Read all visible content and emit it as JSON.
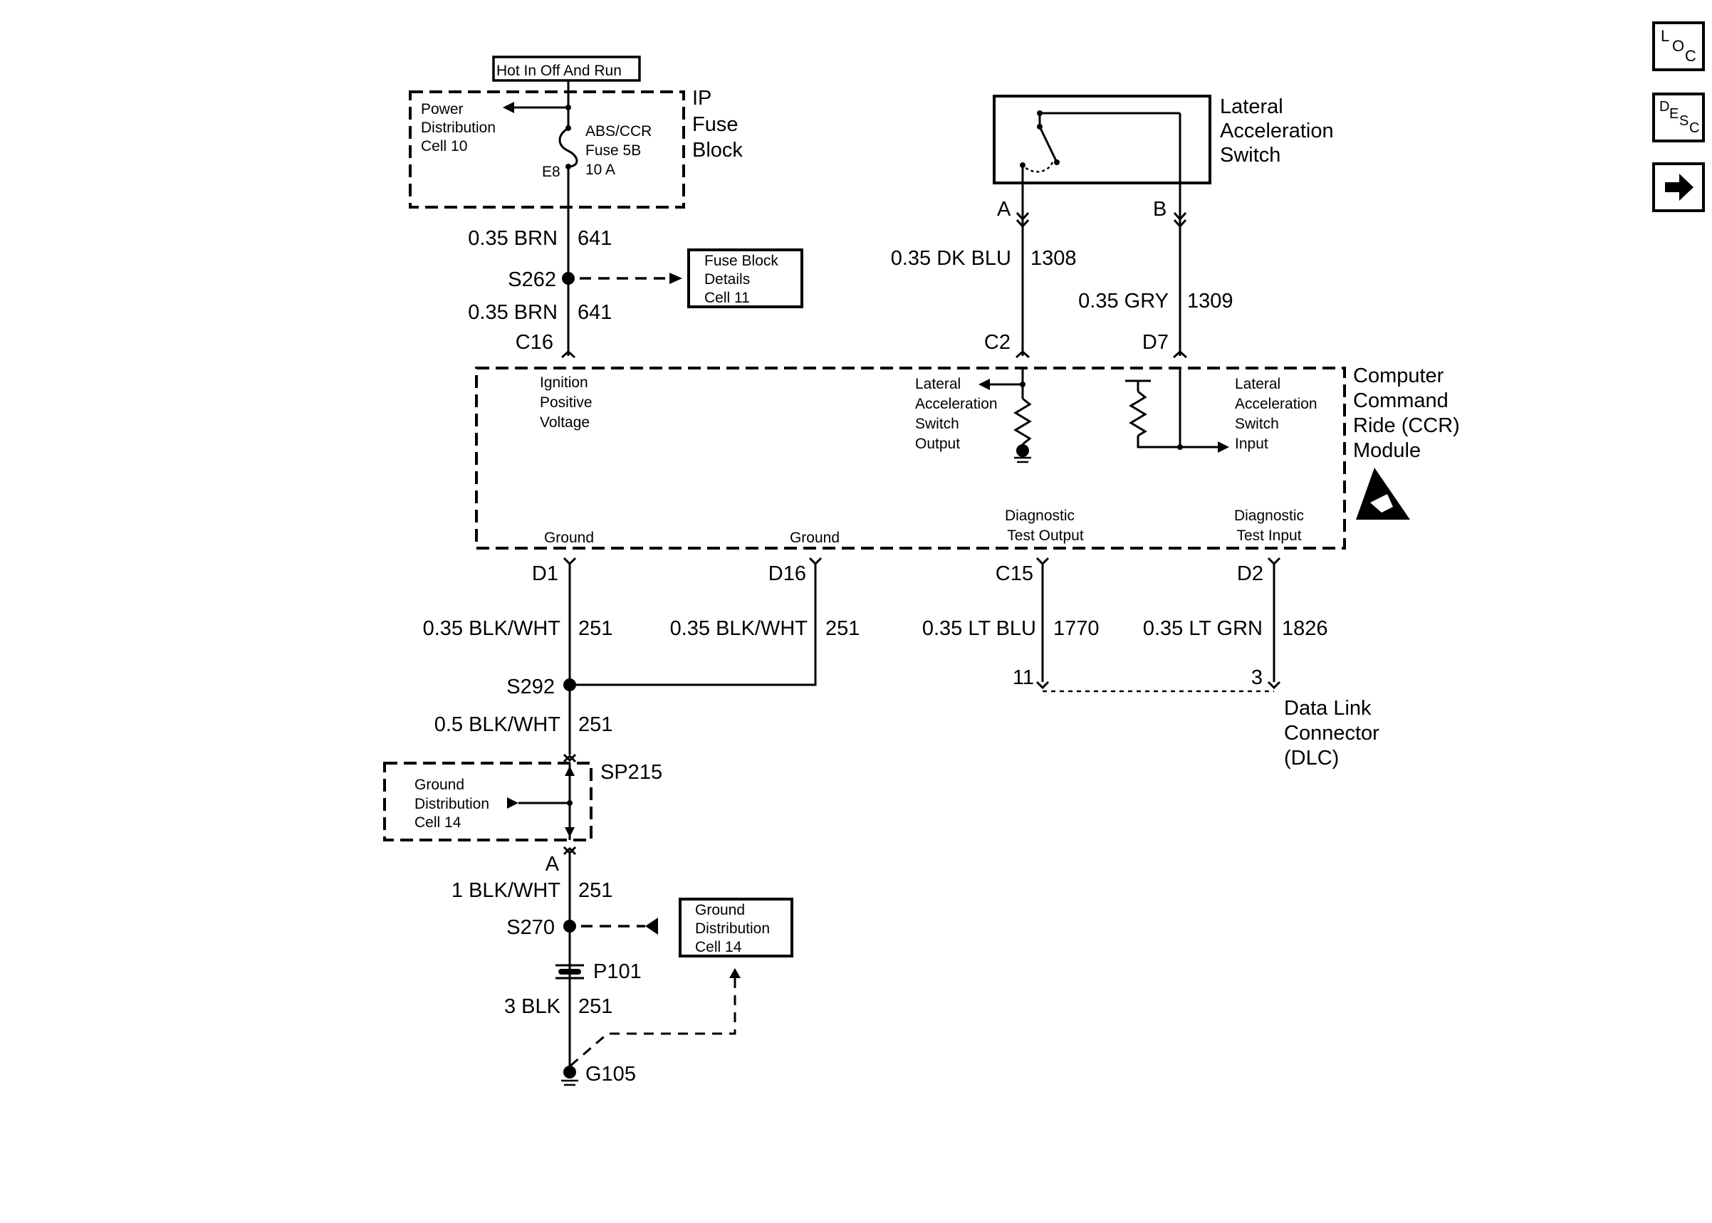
{
  "fuse_block": {
    "hot_label": "Hot In Off And Run",
    "ip_line1": "IP",
    "ip_line2": "Fuse",
    "ip_line3": "Block",
    "power_dist": [
      "Power",
      "Distribution",
      "Cell 10"
    ],
    "fuse_label": [
      "ABS/CCR",
      "Fuse 5B",
      "10 A"
    ],
    "terminal": "E8"
  },
  "ignition_circuit": {
    "wire_upper": "0.35 BRN",
    "circuit_upper": "641",
    "splice": "S262",
    "wire_lower": "0.35 BRN",
    "circuit_lower": "641",
    "connector": "C16"
  },
  "fuse_details": [
    "Fuse Block",
    "Details",
    "Cell 11"
  ],
  "switch": {
    "title": [
      "Lateral",
      "Acceleration",
      "Switch"
    ],
    "pin_a": "A",
    "pin_b": "B"
  },
  "switch_output_circuit": {
    "wire": "0.35 DK BLU",
    "circuit": "1308",
    "connector": "C2"
  },
  "switch_input_circuit": {
    "wire": "0.35 GRY",
    "circuit": "1309",
    "connector": "D7"
  },
  "module": {
    "title": [
      "Computer",
      "Command",
      "Ride (CCR)",
      "Module"
    ],
    "ignition_label": [
      "Ignition",
      "Positive",
      "Voltage"
    ],
    "output_label": [
      "Lateral",
      "Acceleration",
      "Switch",
      "Output"
    ],
    "input_label": [
      "Lateral",
      "Acceleration",
      "Switch",
      "Input"
    ],
    "ground1": "Ground",
    "ground2": "Ground",
    "diag_output": [
      "Diagnostic",
      "Test Output"
    ],
    "diag_input": [
      "Diagnostic",
      "Test Input"
    ]
  },
  "lower_connectors": {
    "d1": "D1",
    "d16": "D16",
    "c15": "C15",
    "d2": "D2"
  },
  "lower_wires": {
    "d1_wire": "0.35 BLK/WHT",
    "d1_circuit": "251",
    "d16_wire": "0.35 BLK/WHT",
    "d16_circuit": "251",
    "c15_wire": "0.35 LT BLU",
    "c15_circuit": "1770",
    "d2_wire": "0.35 LT GRN",
    "d2_circuit": "1826"
  },
  "dlc": {
    "pin11": "11",
    "pin3": "3",
    "label": [
      "Data Link",
      "Connector",
      "(DLC)"
    ]
  },
  "ground_path": {
    "splice_s292": "S292",
    "wire_05": "0.5 BLK/WHT",
    "circuit_05": "251",
    "sp215": "SP215",
    "ground_dist_box": [
      "Ground",
      "Distribution",
      "Cell 14"
    ],
    "pin_a": "A",
    "wire_1": "1 BLK/WHT",
    "circuit_1": "251",
    "splice_s270": "S270",
    "ground_dist_ref": [
      "Ground",
      "Distribution",
      "Cell 14"
    ],
    "p101": "P101",
    "wire_3": "3 BLK",
    "circuit_3": "251",
    "g105": "G105"
  },
  "nav": {
    "loc": {
      "l": "L",
      "o": "O",
      "c": "C"
    },
    "desc": {
      "d": "D",
      "e": "E",
      "s": "S",
      "c": "C"
    }
  }
}
